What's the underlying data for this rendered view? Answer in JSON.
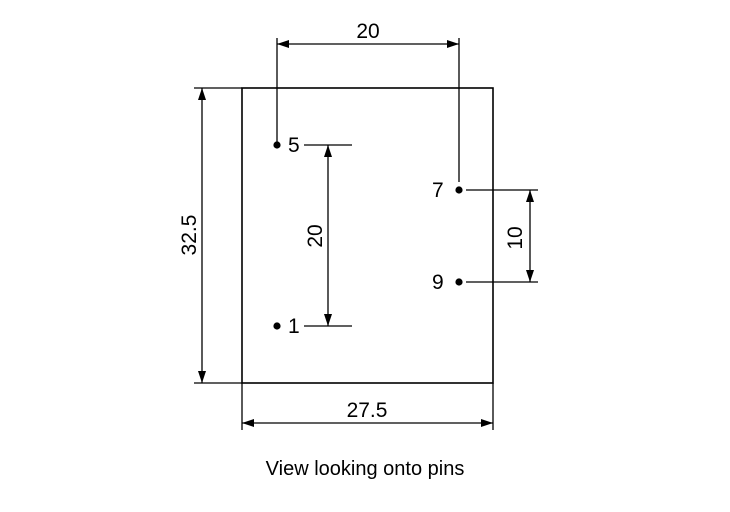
{
  "dimensions": {
    "top_width": "20",
    "overall_height": "32.5",
    "pin_1_5_spacing": "20",
    "pin_7_9_spacing": "10",
    "overall_width": "27.5"
  },
  "pins": {
    "pin_5": "5",
    "pin_1": "1",
    "pin_7": "7",
    "pin_9": "9"
  },
  "caption": "View looking onto pins",
  "colors": {
    "ink": "#000000",
    "background": "#ffffff"
  }
}
